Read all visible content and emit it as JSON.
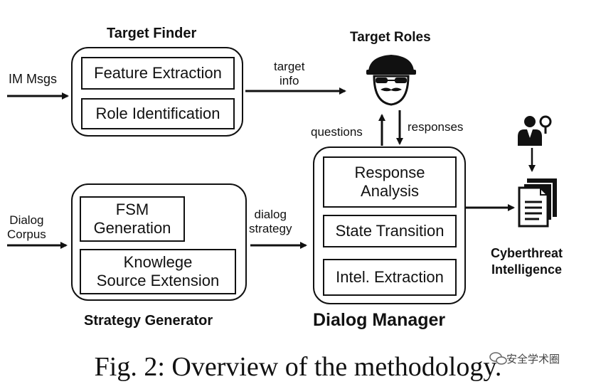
{
  "target_finder": {
    "title": "Target Finder",
    "feature": "Feature Extraction",
    "role": "Role Identification"
  },
  "strategy_generator": {
    "title": "Strategy Generator",
    "fsm": "FSM\nGeneration",
    "knowledge": "Knowlege\nSource Extension"
  },
  "dialog_manager": {
    "title": "Dialog Manager",
    "response": "Response\nAnalysis",
    "state": "State Transition",
    "intel": "Intel. Extraction"
  },
  "target_roles": {
    "title": "Target Roles"
  },
  "cti": {
    "title": "Cyberthreat\nIntelligence"
  },
  "labels": {
    "im_msgs": "IM Msgs",
    "dialog_corpus": "Dialog\nCorpus",
    "target_info": "target\ninfo",
    "dialog_strategy": "dialog\nstrategy",
    "questions": "questions",
    "responses": "responses"
  },
  "caption": "Fig. 2: Overview of the methodology.",
  "watermark": "安全学术圈",
  "icons": [
    "hacker-icon",
    "analyst-icon",
    "document-stack-icon"
  ]
}
